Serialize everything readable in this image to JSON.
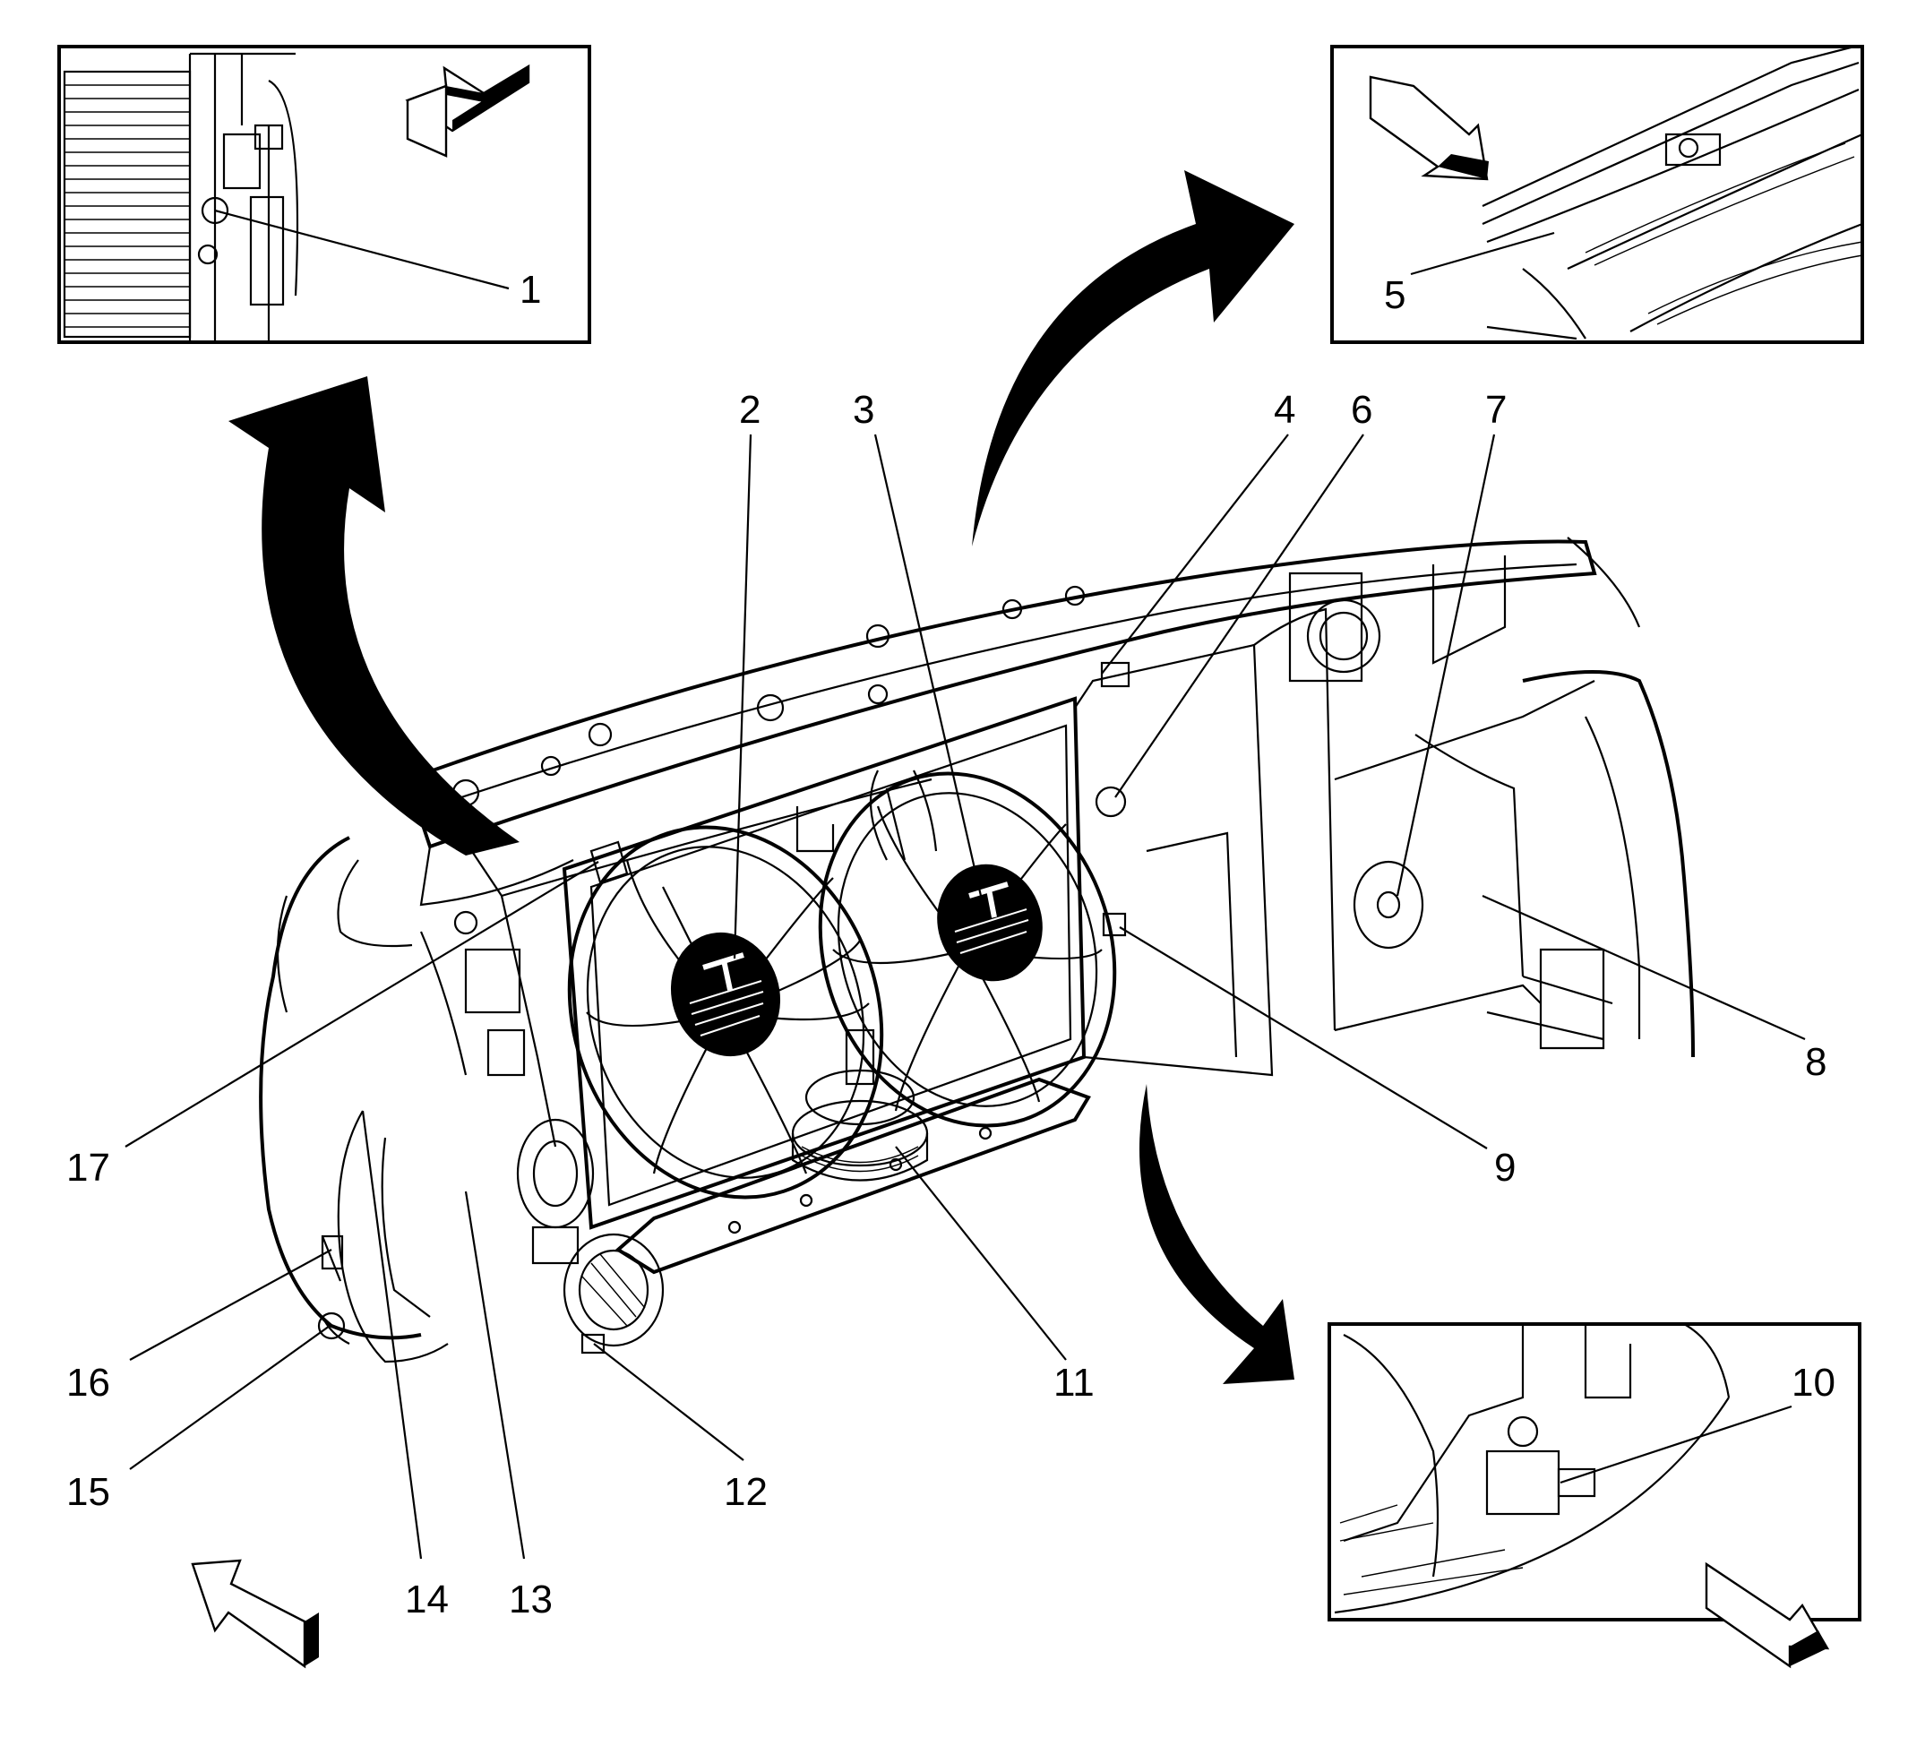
{
  "callouts": [
    "1",
    "2",
    "3",
    "4",
    "5",
    "6",
    "7",
    "8",
    "9",
    "10",
    "11",
    "12",
    "13",
    "14",
    "15",
    "16",
    "17"
  ],
  "colors": {
    "ink": "#000000",
    "paper": "#ffffff"
  },
  "icons": {
    "view_arrows": "direction-arrow-icon",
    "detail_arrows": "curved-arrow-icon"
  }
}
